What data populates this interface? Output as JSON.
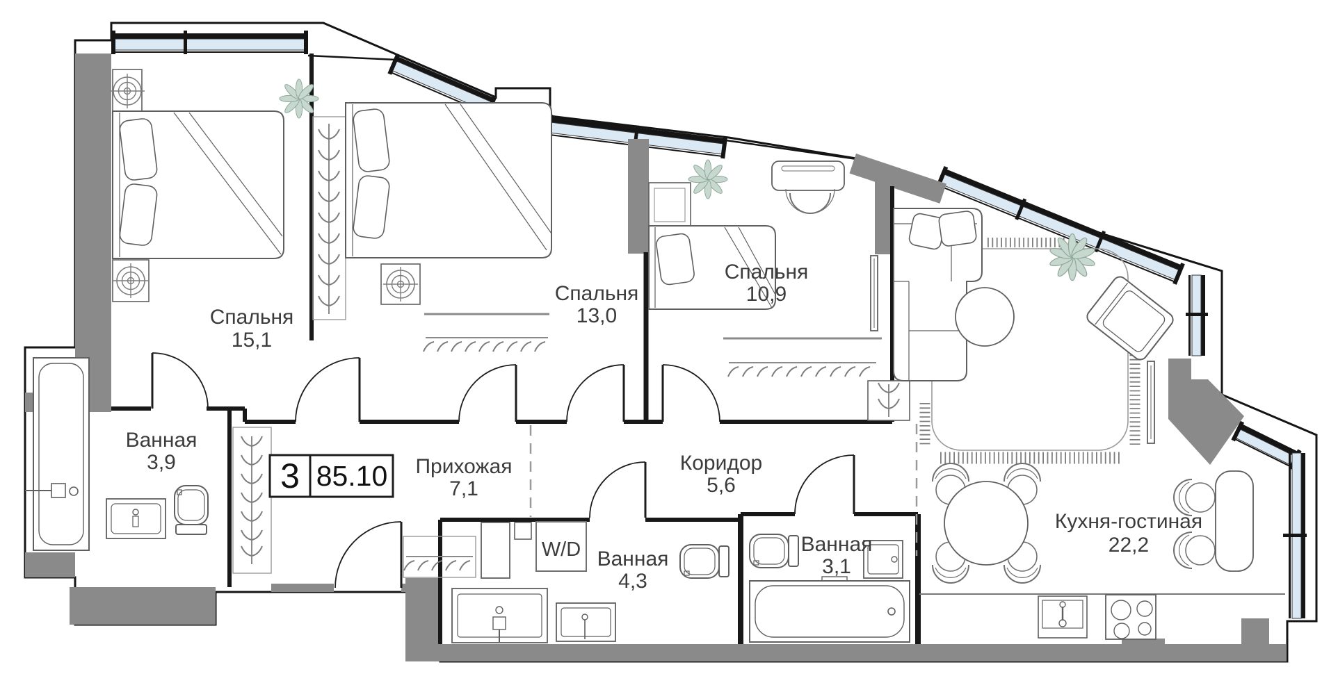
{
  "badge": {
    "rooms_count": "3",
    "total_area": "85.10"
  },
  "rooms": {
    "bedroom1": {
      "name": "Спальня",
      "area": "15,1"
    },
    "bedroom2": {
      "name": "Спальня",
      "area": "13,0"
    },
    "bedroom3": {
      "name": "Спальня",
      "area": "10,9"
    },
    "bathroom1": {
      "name": "Ванная",
      "area": "3,9"
    },
    "hallway": {
      "name": "Прихожая",
      "area": "7,1"
    },
    "corridor": {
      "name": "Коридор",
      "area": "5,6"
    },
    "bathroom2": {
      "name": "Ванная",
      "area": "4,3"
    },
    "bathroom3": {
      "name": "Ванная",
      "area": "3,1"
    },
    "kitchen_living": {
      "name": "Кухня-гостиная",
      "area": "22,2"
    },
    "wd": {
      "name": "W/D"
    }
  },
  "colors": {
    "wall_gray": "#8a8a8a",
    "window_glass": "#dbe9f5",
    "outline": "#141414",
    "plant_green": "#c7d8cf",
    "furniture_gray": "#5f5f5f"
  }
}
